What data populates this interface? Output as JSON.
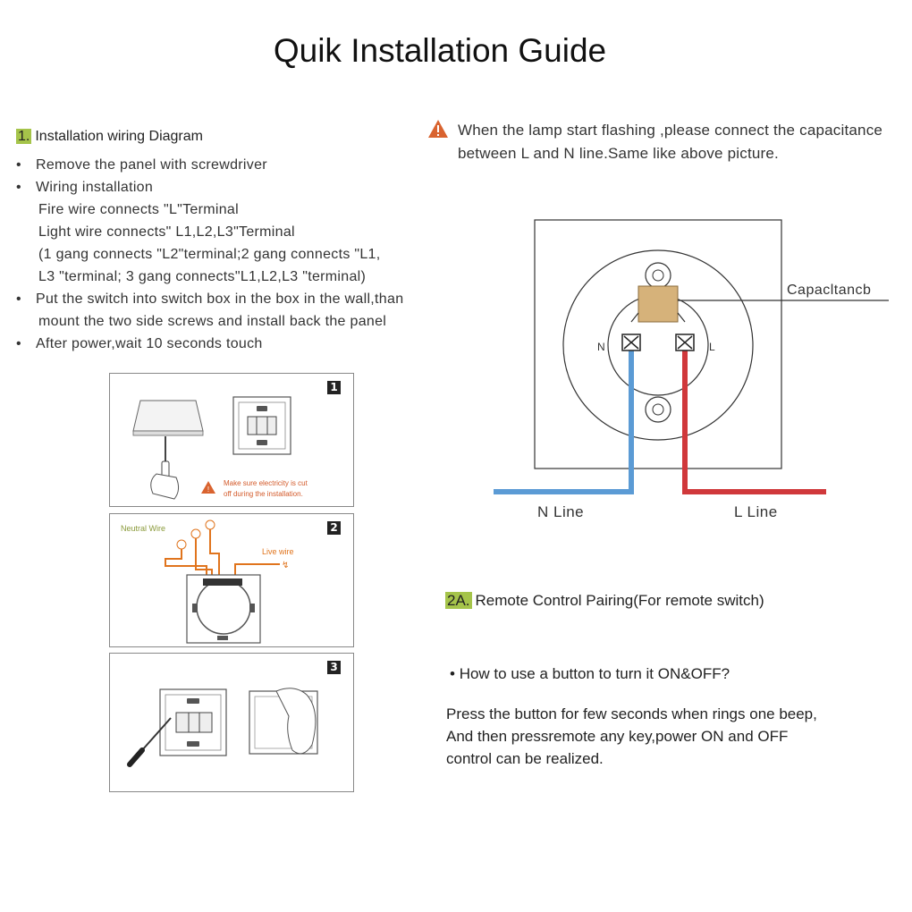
{
  "title": "Quik Installation Guide",
  "section1": {
    "number": "1.",
    "heading": "Installation wiring Diagram",
    "bullets": [
      {
        "text": "Remove the panel with screwdriver",
        "sub": []
      },
      {
        "text": "Wiring installation",
        "sub": [
          "Fire wire connects \"L\"Terminal",
          "Light wire connects\" L1,L2,L3\"Terminal",
          "(1 gang connects \"L2\"terminal;2 gang connects \"L1,",
          "L3 \"terminal; 3 gang connects\"L1,L2,L3 \"terminal)"
        ]
      },
      {
        "text": "Put the switch into switch box in the box in the wall,than",
        "sub": [
          "mount the two side screws and install back the panel"
        ]
      },
      {
        "text": "After power,wait 10 seconds touch",
        "sub": []
      }
    ]
  },
  "steps": {
    "step1": {
      "number": "1",
      "warning_line1": "Make sure electricity is cut",
      "warning_line2": "off during the installation."
    },
    "step2": {
      "number": "2",
      "neutral_label": "Neutral Wire",
      "live_label": "Live wire"
    },
    "step3": {
      "number": "3"
    }
  },
  "warning_note": "When the lamp start flashing ,please connect the capacitance between L and N line.Same like above picture.",
  "diagram": {
    "capacitance_label": "Capacltancb",
    "n_terminal": "N",
    "l_terminal": "L",
    "n_line_label": "N Line",
    "l_line_label": "L Line",
    "n_wire_color": "#5b9bd5",
    "l_wire_color": "#d0383b",
    "capacitor_color": "#d6b27a"
  },
  "section2a": {
    "number": "2A.",
    "heading": "Remote Control Pairing(For remote switch)",
    "question": "How to use a button to turn it ON&OFF?",
    "instructions": [
      "Press the button for few seconds when rings one beep,",
      "And then pressremote any key,power ON and OFF",
      "control can be realized."
    ]
  },
  "colors": {
    "section_highlight": "#a5c44a",
    "warning_icon": "#d9632f",
    "orange_wire": "#e0741d"
  }
}
